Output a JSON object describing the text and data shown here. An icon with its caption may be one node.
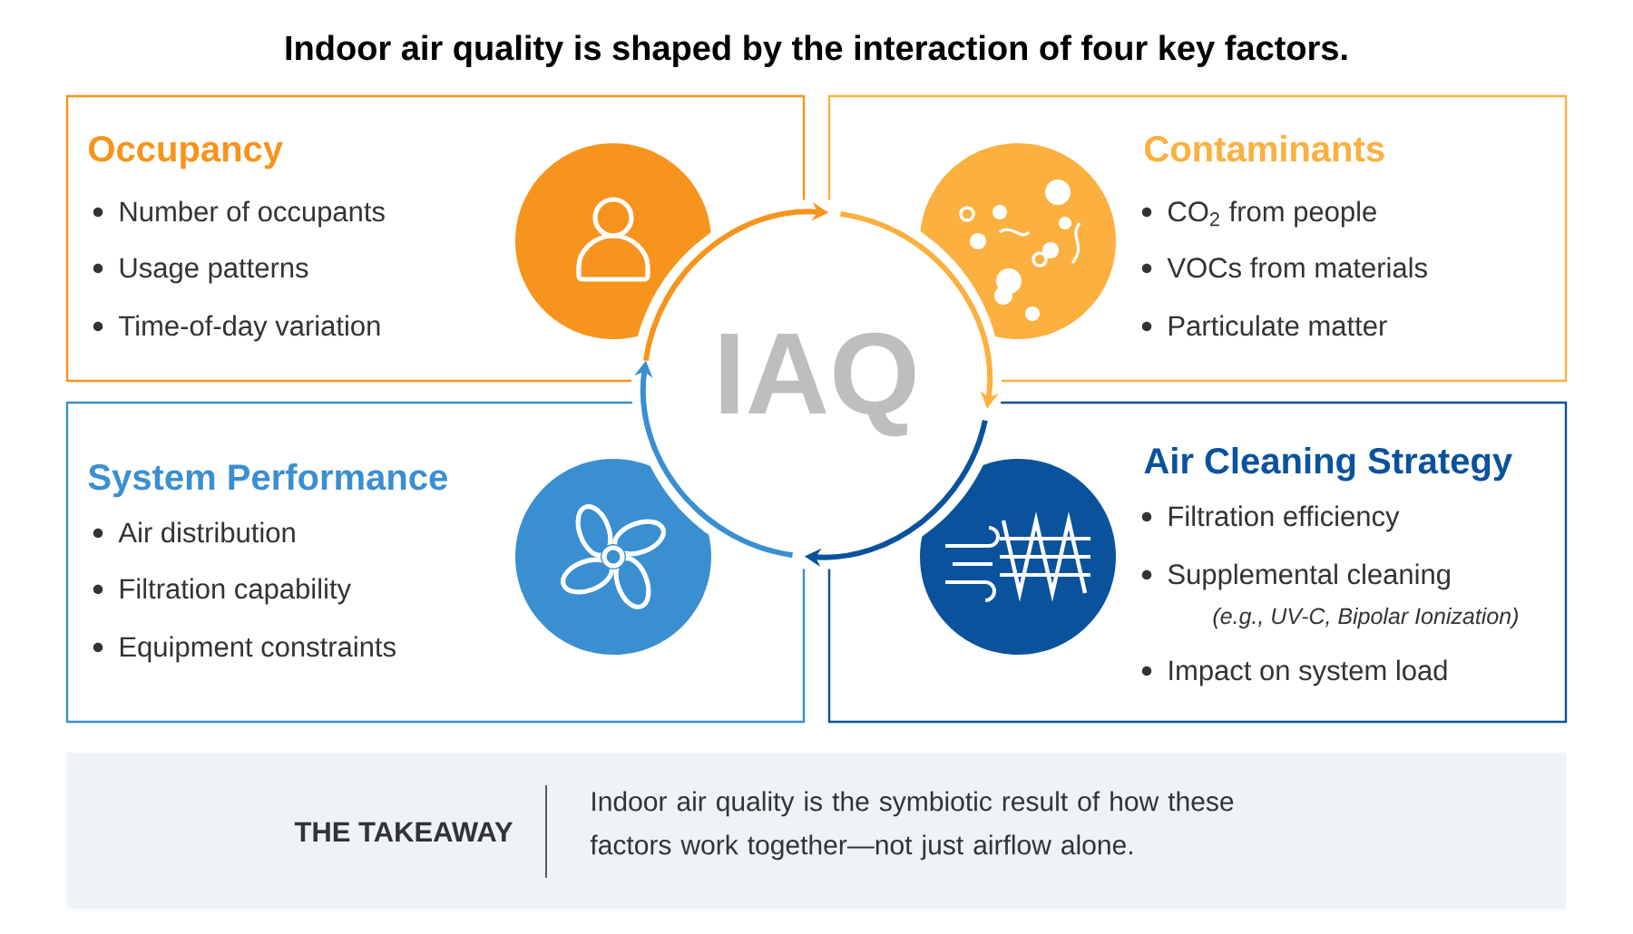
{
  "diagram": {
    "title": "Indoor air quality is shaped by the interaction of four key factors.",
    "nodes": [
      {
        "text": [
          "Occupancy",
          "Number of occupants",
          "Usage patterns",
          "Time-of-day variation"
        ]
      },
      {
        "text": [
          "Contaminants",
          "CO$_{2}$ from people",
          "VOCs from materials",
          "Particulate matter"
        ]
      },
      {
        "text": [
          "System Performance",
          "Air distribution",
          "Filtration capability",
          "Equipment constraints"
        ]
      },
      {
        "text": [
          "Air Cleaning Strategy",
          "Filtration efficiency",
          "Supplemental cleaning",
          "(e.g., UV-C, Bipolar Ionization)",
          "Impact on system load"
        ]
      },
      {
        "text": [
          "IAQ"
        ]
      },
      {
        "text": [
          "THE TAKEAWAY",
          "Indoor air quality is the symbiotic result of how these factors work together—not just airflow alone."
        ]
      }
    ],
    "edges": [
      {
        "from": 0,
        "to": 1,
        "arrow": "to",
        "color": "#f7941d"
      },
      {
        "from": 1,
        "to": 3,
        "arrow": "to",
        "color": "#fbb040"
      },
      {
        "from": 3,
        "to": 2,
        "arrow": "to",
        "color": "#0b529c"
      },
      {
        "from": 2,
        "to": 0,
        "arrow": "to",
        "color": "#3a8fd0"
      }
    ]
  }
}
